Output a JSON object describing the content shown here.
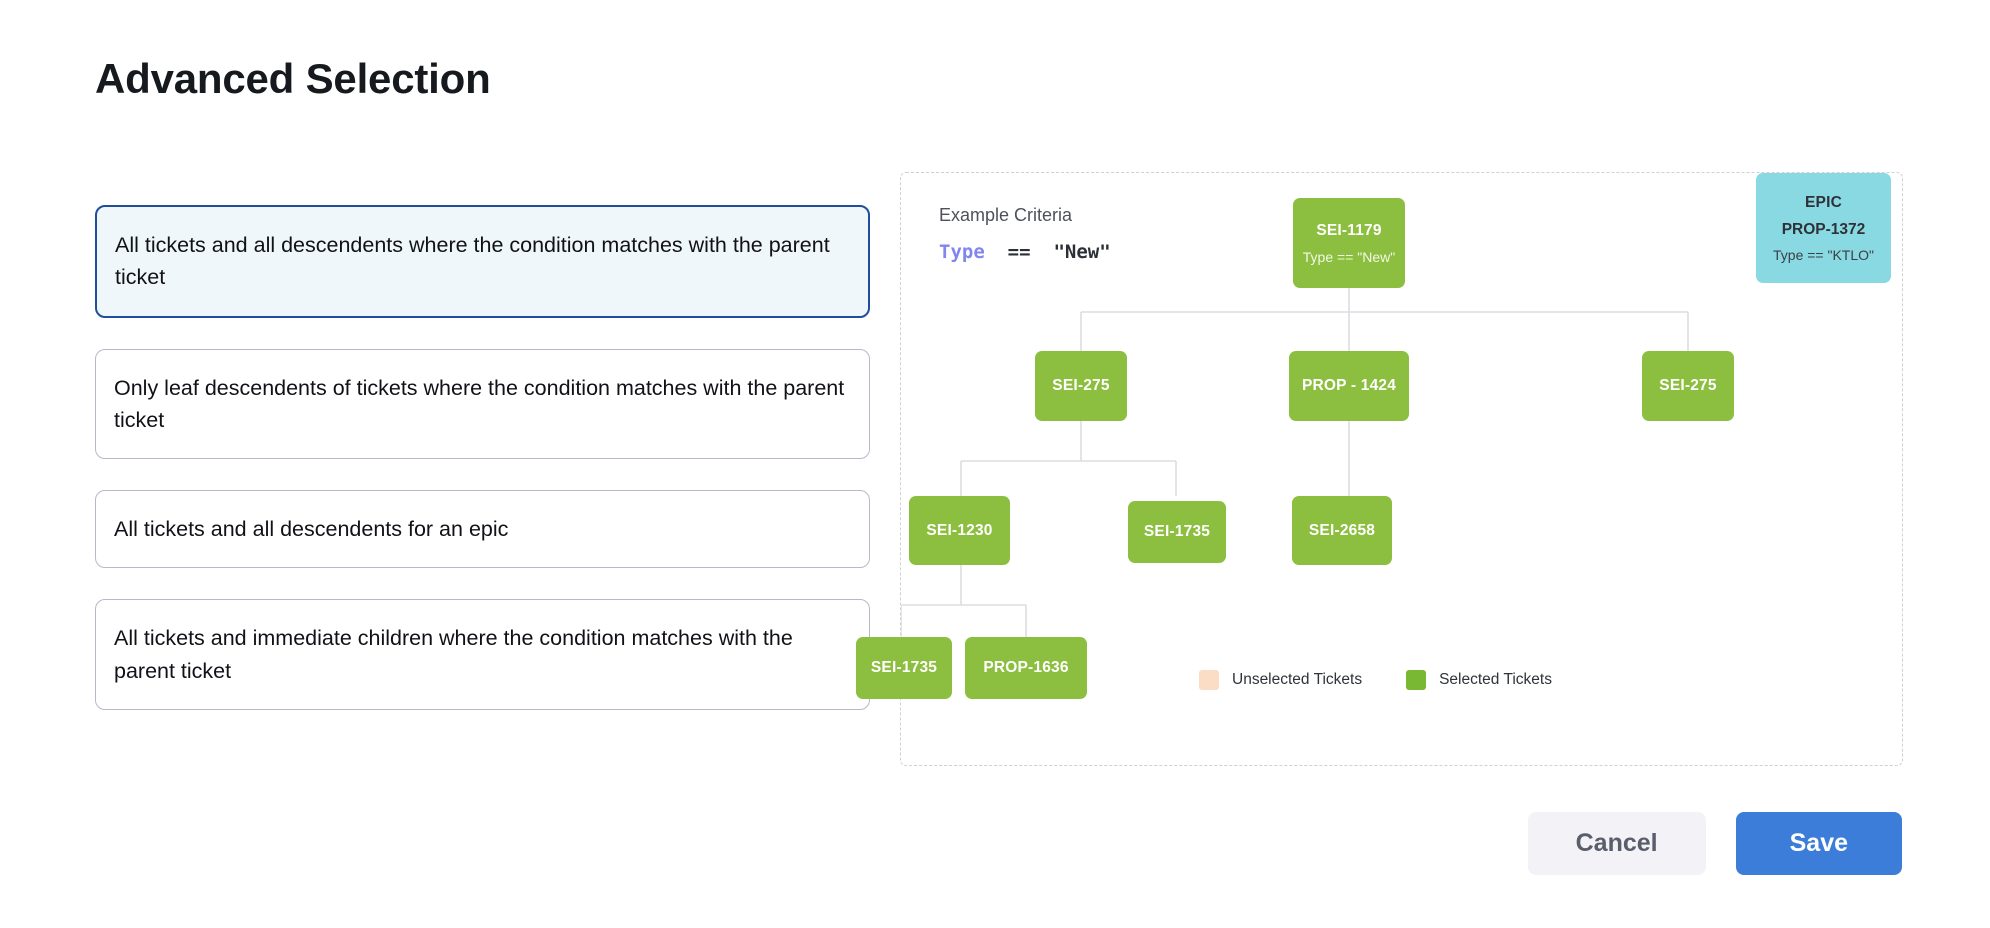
{
  "page": {
    "title": "Advanced Selection"
  },
  "options": [
    {
      "label": "All tickets and all descendents where the condition matches with the parent ticket",
      "selected": true
    },
    {
      "label": "Only leaf descendents of tickets where the condition matches with the parent ticket",
      "selected": false
    },
    {
      "label": "All tickets and all descendents for an epic",
      "selected": false
    },
    {
      "label": "All tickets and immediate children where the condition matches with the parent ticket",
      "selected": false
    }
  ],
  "diagram": {
    "criteria_label": "Example Criteria",
    "criteria_code": {
      "key": "Type",
      "operator": "==",
      "value": "\"New\""
    },
    "nodes": {
      "root": {
        "id": "SEI-1179",
        "subtitle": "Type == \"New\""
      },
      "epic": {
        "kind": "EPIC",
        "id": "PROP-1372",
        "subtitle": "Type == \"KTLO\""
      },
      "l2_left": {
        "id": "SEI-275"
      },
      "l2_mid": {
        "id": "PROP - 1424"
      },
      "l2_right": {
        "id": "SEI-275"
      },
      "l3_left": {
        "id": "SEI-1230"
      },
      "l3_mid": {
        "id": "SEI-1735"
      },
      "l3_right": {
        "id": "SEI-2658"
      },
      "l4_left": {
        "id": "SEI-1735"
      },
      "l4_right": {
        "id": "PROP-1636"
      }
    },
    "legend": [
      {
        "label": "Unselected Tickets",
        "color": "#fbdcc4"
      },
      {
        "label": "Selected Tickets",
        "color": "#78b833"
      }
    ]
  },
  "footer": {
    "cancel_label": "Cancel",
    "save_label": "Save"
  },
  "colors": {
    "selected_node": "#8cbf3f",
    "epic_node": "#89d9e2",
    "unselected_swatch": "#fbdcc4",
    "accent_blue": "#3b7dd8",
    "selected_card_border": "#1f4e9c",
    "selected_card_bg": "#f0f7fb",
    "code_key": "#8086ee"
  }
}
